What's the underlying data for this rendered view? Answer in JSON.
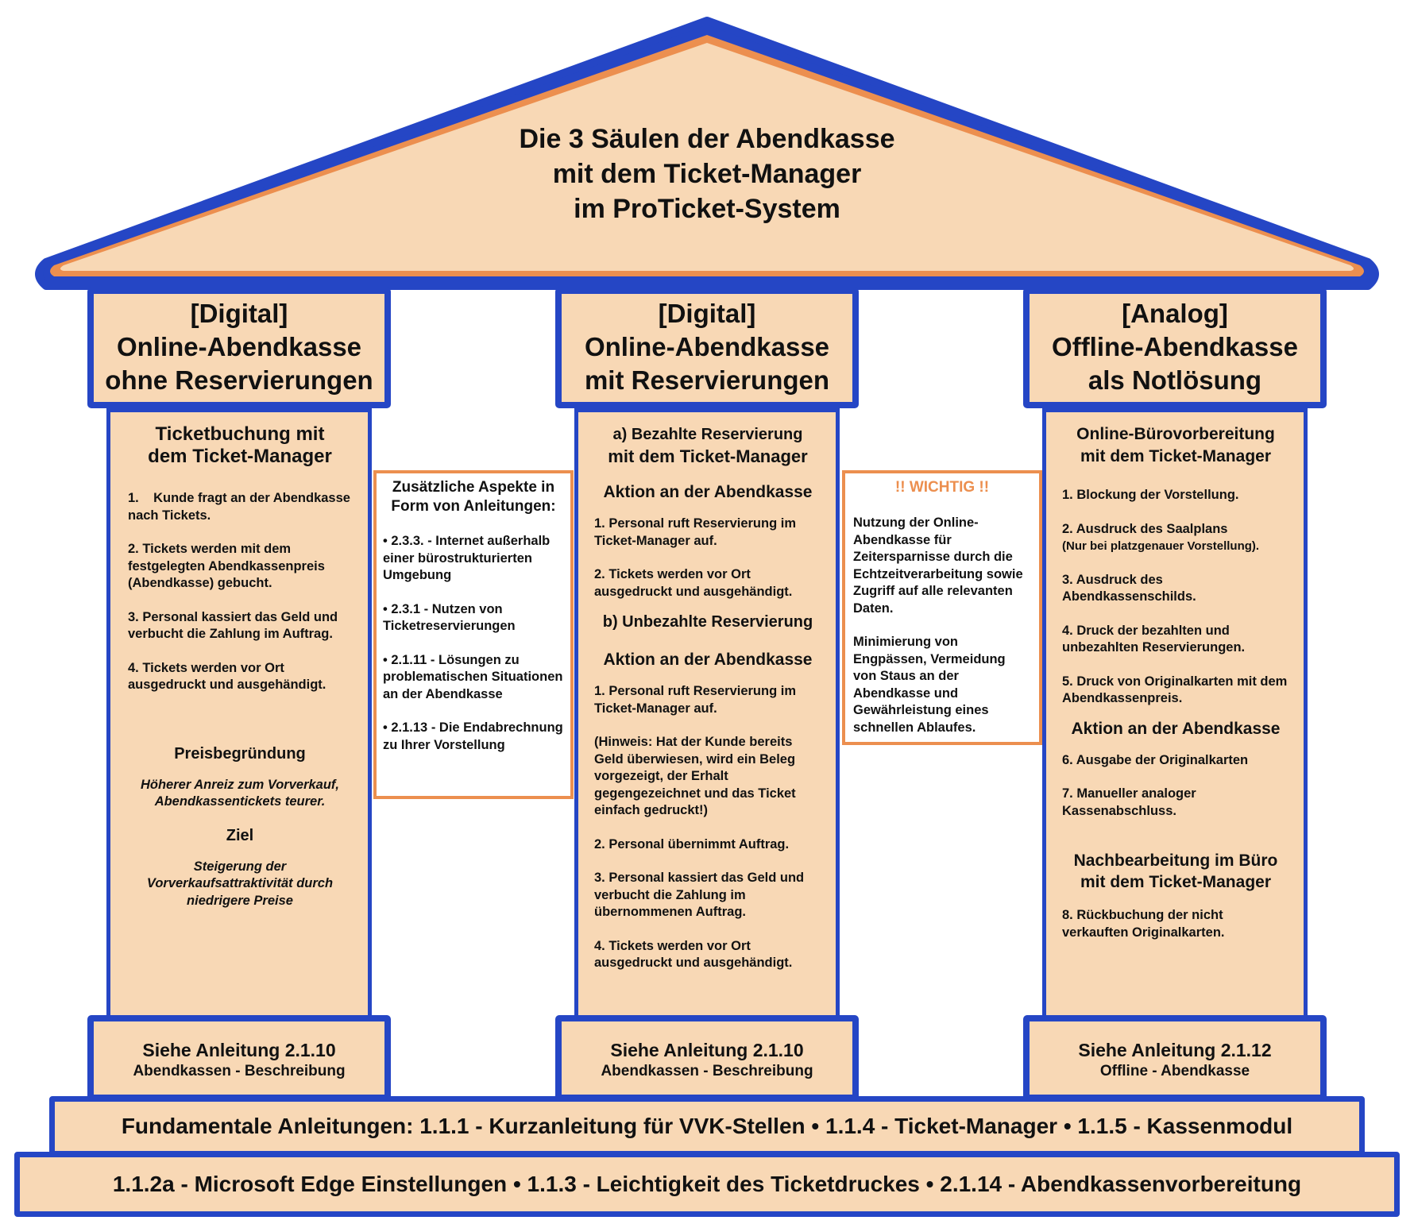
{
  "roof": {
    "title_lines": [
      "Die 3 Säulen der Abendkasse",
      "mit dem Ticket-Manager",
      "im ProTicket-System"
    ]
  },
  "pillars": [
    {
      "capital": [
        "[Digital]",
        "Online-Abendkasse",
        "ohne Reservierungen"
      ],
      "heading": [
        "Ticketbuchung mit",
        "dem Ticket-Manager"
      ],
      "items": [
        "1.    Kunde fragt an der Abendkasse nach Tickets.",
        "2. Tickets werden mit dem festgelegten Abendkassenpreis (Abendkasse) gebucht.",
        "3. Personal kassiert das Geld und verbucht die Zahlung im Auftrag.",
        "4. Tickets werden vor Ort ausgedruckt und ausgehändigt."
      ],
      "reason_heading": "Preisbegründung",
      "reason_text": [
        "Höherer Anreiz zum Vorverkauf,",
        "Abendkassentickets teurer."
      ],
      "goal_heading": "Ziel",
      "goal_text": [
        "Steigerung der",
        "Vorverkaufsattraktivität durch",
        "niedrigere Preise"
      ],
      "base": [
        "Siehe Anleitung 2.1.10",
        "Abendkassen - Beschreibung"
      ]
    },
    {
      "capital": [
        "[Digital]",
        "Online-Abendkasse",
        "mit Reservierungen"
      ],
      "heading_a": [
        "a) Bezahlte Reservierung",
        "mit dem Ticket-Manager"
      ],
      "action_a": "Aktion an der Abendkasse",
      "items_a": [
        "1. Personal ruft Reservierung im Ticket-Manager auf.",
        "2. Tickets werden vor Ort ausgedruckt und ausgehändigt."
      ],
      "heading_b": "b) Unbezahlte Reservierung",
      "action_b": "Aktion an der Abendkasse",
      "items_b": [
        "1. Personal ruft Reservierung im Ticket-Manager auf.",
        "(Hinweis: Hat der Kunde bereits Geld überwiesen, wird ein Beleg vorgezeigt, der Erhalt gegengezeichnet und das Ticket einfach gedruckt!)",
        "2. Personal übernimmt Auftrag.",
        "3. Personal kassiert das Geld und verbucht die Zahlung im übernommenen Auftrag.",
        "4. Tickets werden vor Ort ausgedruckt und ausgehändigt."
      ],
      "base": [
        "Siehe Anleitung 2.1.10",
        "Abendkassen - Beschreibung"
      ]
    },
    {
      "capital": [
        "[Analog]",
        "Offline-Abendkasse",
        "als Notlösung"
      ],
      "heading_1": [
        "Online-Bürovorbereitung",
        "mit dem Ticket-Manager"
      ],
      "items_1": [
        "1. Blockung der Vorstellung.",
        "2. Ausdruck des Saalplans",
        "(Nur bei platzgenauer Vorstellung).",
        "3. Ausdruck des Abendkassenschilds.",
        "4. Druck der bezahlten und unbezahlten Reservierungen.",
        "5. Druck von Originalkarten mit dem Abendkassenpreis."
      ],
      "heading_2": "Aktion an der Abendkasse",
      "items_2": [
        "6. Ausgabe der Originalkarten",
        "7. Manueller analoger Kassenabschluss."
      ],
      "heading_3": [
        "Nachbearbeitung im Büro",
        "mit dem Ticket-Manager"
      ],
      "items_3": [
        "8. Rückbuchung der nicht verkauften Originalkarten."
      ],
      "base": [
        "Siehe Anleitung 2.1.12",
        "Offline - Abendkasse"
      ]
    }
  ],
  "note_left": {
    "heading": [
      "Zusätzliche Aspekte in",
      "Form von Anleitungen:"
    ],
    "items": [
      "• 2.3.3. - Internet außerhalb einer bürostrukturierten Umgebung",
      "• 2.3.1 - Nutzen von Ticketreservierungen",
      "• 2.1.11 - Lösungen zu problematischen Situationen an der Abendkasse",
      "• 2.1.13 - Die Endabrechnung zu Ihrer Vorstellung"
    ]
  },
  "note_right": {
    "heading": "!! WICHTIG !!",
    "paragraphs": [
      "Nutzung der Online-Abendkasse für Zeitersparnisse durch die Echtzeitverarbeitung sowie Zugriff auf alle relevanten Daten.",
      "Minimierung von Engpässen, Vermeidung von Staus an der Abendkasse und Gewährleistung eines schnellen Ablaufes."
    ]
  },
  "foundation": {
    "line1": "Fundamentale Anleitungen: 1.1.1 - Kurzanleitung für VVK-Stellen • 1.1.4 - Ticket-Manager • 1.1.5 - Kassenmodul",
    "line2": "1.1.2a - Microsoft Edge Einstellungen • 1.1.3 - Leichtigkeit des Ticketdruckes • 2.1.14 - Abendkassenvorbereitung"
  },
  "colors": {
    "fill": "#f8d8b5",
    "border_blue": "#2546c5",
    "accent_orange": "#ec8f4f"
  }
}
